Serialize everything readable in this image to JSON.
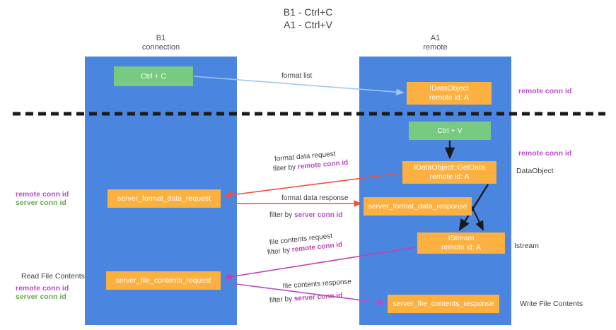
{
  "title": {
    "line1": "B1 - Ctrl+C",
    "line2": "A1 - Ctrl+V"
  },
  "columns": [
    {
      "id": "b1",
      "name": "B1",
      "role": "connection",
      "color": "#4a86e0"
    },
    {
      "id": "a1",
      "name": "A1",
      "role": "remote",
      "color": "#4a86e0"
    }
  ],
  "boxes": {
    "ctrl_c": {
      "label": "Ctrl + C",
      "color": "#78ca82"
    },
    "idataobject": {
      "line1": "IDataObject",
      "line2": "remote id: A",
      "color": "#fbb040"
    },
    "ctrl_v": {
      "label": "Ctrl + V",
      "color": "#78ca82"
    },
    "getdata": {
      "line1": "IDataObject::GetData",
      "line2": "remote id: A",
      "color": "#fbb040"
    },
    "server_format_data_request": {
      "label": "server_format_data_request",
      "color": "#fbb040"
    },
    "server_format_data_response": {
      "label": "server_format_data_response",
      "color": "#fbb040"
    },
    "istream": {
      "line1": "IStream",
      "line2": "remote id: A",
      "color": "#fbb040"
    },
    "server_file_contents_request": {
      "label": "server_file_contents_request",
      "color": "#fbb040"
    },
    "server_file_contents_response": {
      "label": "server_file_contents_response",
      "color": "#fbb040"
    }
  },
  "edges": {
    "format_list": {
      "label": "format list",
      "color": "#9ec7ef"
    },
    "format_data_request": {
      "label": "format data request",
      "filter_prefix": "filter by ",
      "filter_key": "remote conn id",
      "color": "#e8533f"
    },
    "format_data_response": {
      "label": "format data response",
      "filter_prefix": "filter by ",
      "filter_key": "server conn id",
      "color": "#e8533f"
    },
    "file_contents_request": {
      "label": "file contents request",
      "filter_prefix": "filter by ",
      "filter_key": "remote conn id",
      "color": "#c243a8"
    },
    "file_contents_response": {
      "label": "file contents response",
      "filter_prefix": "filter by ",
      "filter_key": "server conn id",
      "color": "#b150c9"
    }
  },
  "annotations": {
    "right": [
      {
        "text": "remote conn id",
        "style": "purple"
      },
      {
        "text": "remote conn id",
        "style": "purple"
      },
      {
        "text": "DataObject",
        "style": "grey"
      },
      {
        "text": "Istream",
        "style": "grey"
      },
      {
        "text": "Write File Contents",
        "style": "grey"
      }
    ],
    "left": [
      {
        "text": "remote conn id",
        "style": "purple"
      },
      {
        "text": "server conn id",
        "style": "green"
      },
      {
        "text": "Read File Contents",
        "style": "grey"
      },
      {
        "text": "remote conn id",
        "style": "purple"
      },
      {
        "text": "server conn id",
        "style": "green"
      }
    ]
  },
  "divider": {
    "name": "dashed-separator",
    "color": "#1a1a1a"
  },
  "colors": {
    "column_blue": "#4a86e0",
    "box_orange": "#fbb040",
    "box_green": "#78ca82",
    "purple": "#b54fc4",
    "green_text": "#6aa84f",
    "red_arrow": "#e8533f",
    "magenta_arrow": "#c243a8",
    "light_blue_arrow": "#9ec7ef"
  }
}
